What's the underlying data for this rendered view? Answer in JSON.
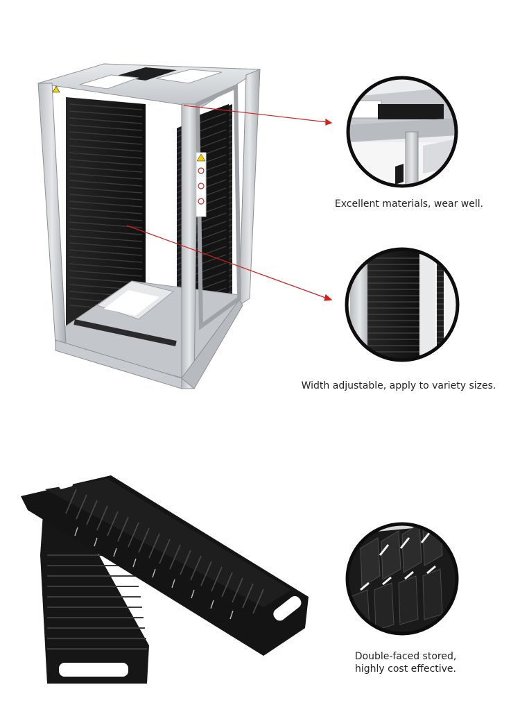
{
  "captions": {
    "first": "Excellent materials, wear well.",
    "second": "Width adjustable, apply to variety sizes.",
    "third_line1": "Double-faced stored,",
    "third_line2": "highly cost effective."
  },
  "colors": {
    "frame_metal": "#c9ccd0",
    "frame_shadow": "#8e9297",
    "black_plastic": "#1b1b1b",
    "pointer_line": "#d62020",
    "warning_label": "#f2d100"
  },
  "icons": [
    "warning-label-icon"
  ]
}
